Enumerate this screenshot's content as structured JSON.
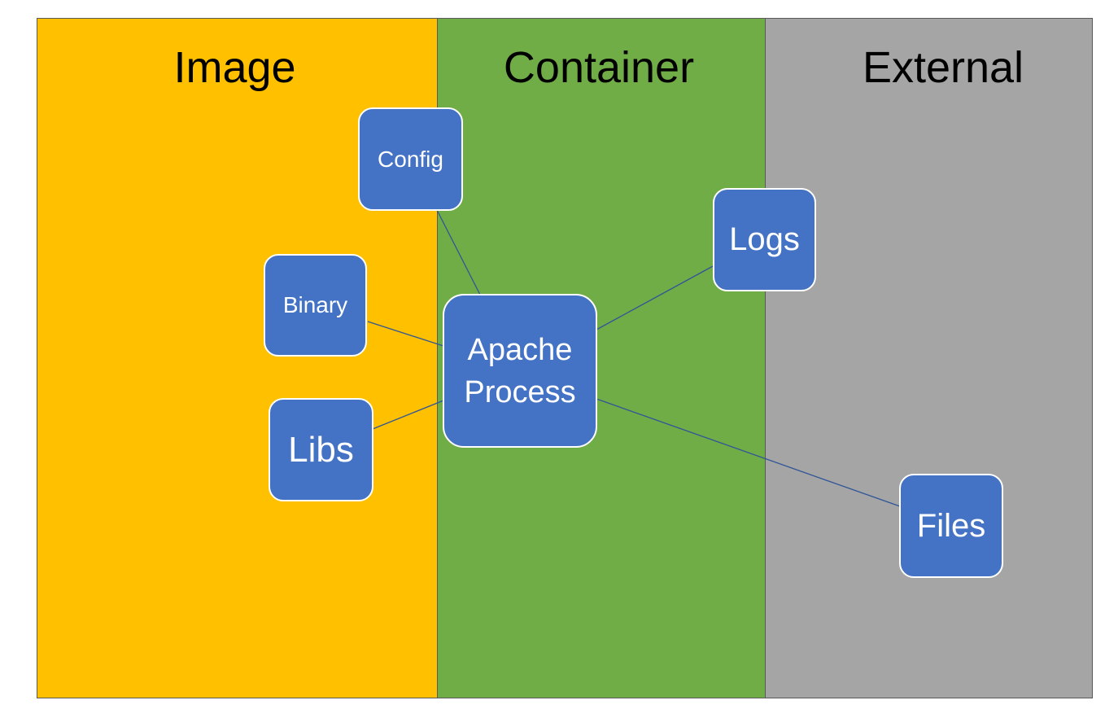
{
  "colors": {
    "image_zone": "#ffc000",
    "container_zone": "#70ad47",
    "external_zone": "#a5a5a5",
    "node_fill": "#4472c4",
    "node_border": "#ffffff",
    "connector": "#2f5597",
    "zone_border": "#5a5a5a"
  },
  "zones": {
    "image": "Image",
    "container": "Container",
    "external": "External"
  },
  "nodes": {
    "config": "Config",
    "binary": "Binary",
    "libs": "Libs",
    "apache_line1": "Apache",
    "apache_line2": "Process",
    "logs": "Logs",
    "files": "Files"
  },
  "connections": [
    [
      "apache",
      "config"
    ],
    [
      "apache",
      "binary"
    ],
    [
      "apache",
      "libs"
    ],
    [
      "apache",
      "logs"
    ],
    [
      "apache",
      "files"
    ]
  ]
}
